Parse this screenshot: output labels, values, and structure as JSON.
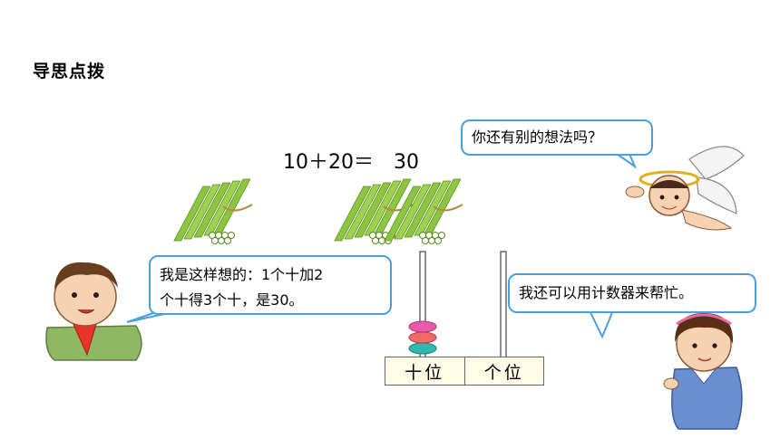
{
  "section_title": "导思点拨",
  "equation": "10＋20＝　30",
  "bubbles": {
    "boy": [
      "我是这样想的：1个十加2",
      "个十得3个十，是30。"
    ],
    "angel": "你还有别的想法吗？",
    "girl": "我还可以用计数器来帮忙。"
  },
  "counter": {
    "tens_label": "十位",
    "ones_label": "个位",
    "tens_beads": 3,
    "ones_beads": 0,
    "bead_colors": [
      "#2fb8b0",
      "#f06a6a",
      "#e85aa8"
    ]
  },
  "stick_bundles": {
    "first_addend": 1,
    "second_addend": 2
  },
  "colors": {
    "bubble_border": "#4aa0dc",
    "stick_green": "#8cc63e"
  }
}
